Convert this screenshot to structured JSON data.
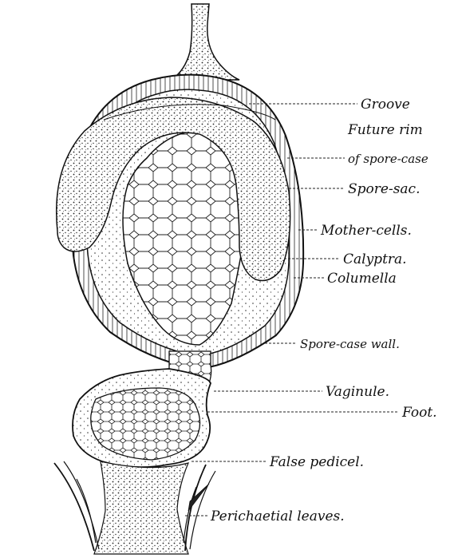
{
  "labels": [
    {
      "id": "groove",
      "text": "Groove"
    },
    {
      "id": "future-rim",
      "text": "Future rim"
    },
    {
      "id": "future-rim-2",
      "text": "of spore-case"
    },
    {
      "id": "spore-sac",
      "text": "Spore-sac."
    },
    {
      "id": "mother-cells",
      "text": "Mother-cells."
    },
    {
      "id": "calyptra",
      "text": "Calyptra."
    },
    {
      "id": "columella",
      "text": "Columella"
    },
    {
      "id": "spore-case-wall",
      "text": "Spore-case wall."
    },
    {
      "id": "vaginule",
      "text": "Vaginule."
    },
    {
      "id": "foot",
      "text": "Foot."
    },
    {
      "id": "false-pedicel",
      "text": "False pedicel."
    },
    {
      "id": "perichaetial-leaves",
      "text": "Perichaetial leaves."
    }
  ]
}
